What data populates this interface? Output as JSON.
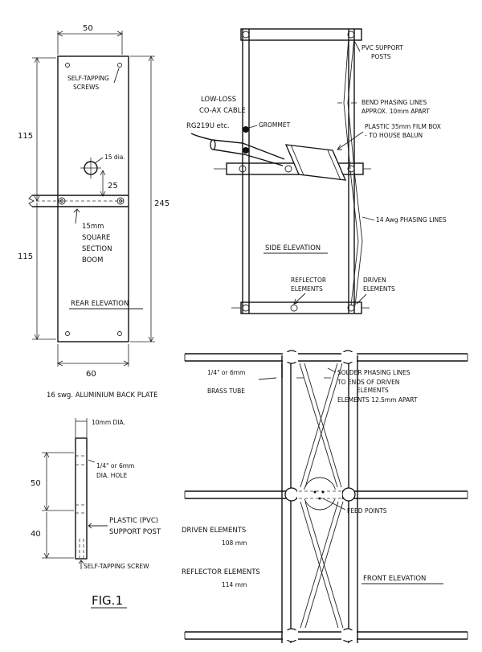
{
  "rear": {
    "width_top": "50",
    "self_tapping_1": "SELF-TAPPING",
    "self_tapping_2": "SCREWS",
    "dim_115_top": "115",
    "dim_115_bottom": "115",
    "dim_245": "245",
    "hole_dia": "15 dia.",
    "dim_25": "25",
    "boom_1": "15mm",
    "boom_2": "SQUARE",
    "boom_3": "SECTION",
    "boom_4": "BOOM",
    "title": "REAR ELEVATION",
    "width_bottom": "60",
    "plate_caption": "16 swg. ALUMINIUM BACK PLATE"
  },
  "post": {
    "dia_top": "10mm DIA.",
    "hole_1": "1/4\" or 6mm",
    "hole_2": "DIA. HOLE",
    "dim_50": "50",
    "dim_40": "40",
    "label_1": "PLASTIC (PVC)",
    "label_2": "SUPPORT POST",
    "screw": "SELF-TAPPING SCREW",
    "fig": "FIG.1"
  },
  "side": {
    "pvc_1": "PVC SUPPORT",
    "pvc_2": "POSTS",
    "bend_1": "BEND PHASING LINES",
    "bend_2": "APPROX. 10mm APART",
    "coax_1": "LOW-LOSS",
    "coax_2": "CO-AX CABLE",
    "coax_3": "RG219U etc.",
    "grommet": "GROMMET",
    "film_1": "PLASTIC 35mm FILM BOX",
    "film_2": "- TO HOUSE BALUN",
    "phasing": "14 Awg PHASING LINES",
    "title": "SIDE ELEVATION",
    "reflector_1": "REFLECTOR",
    "reflector_2": "ELEMENTS",
    "driven_1": "DRIVEN",
    "driven_2": "ELEMENTS"
  },
  "front": {
    "tube_1": "1/4\" or 6mm",
    "tube_2": "BRASS TUBE",
    "solder_1": "SOLDER PHASING LINES",
    "solder_2": "TO ENDS OF DRIVEN",
    "solder_3": "ELEMENTS",
    "apart": "ELEMENTS 12.5mm APART",
    "feed": "FEED POINTS",
    "driven_label": "DRIVEN ELEMENTS",
    "driven_len": "108 mm",
    "reflector_label": "REFLECTOR ELEMENTS",
    "reflector_len": "114 mm",
    "title": "FRONT ELEVATION"
  }
}
